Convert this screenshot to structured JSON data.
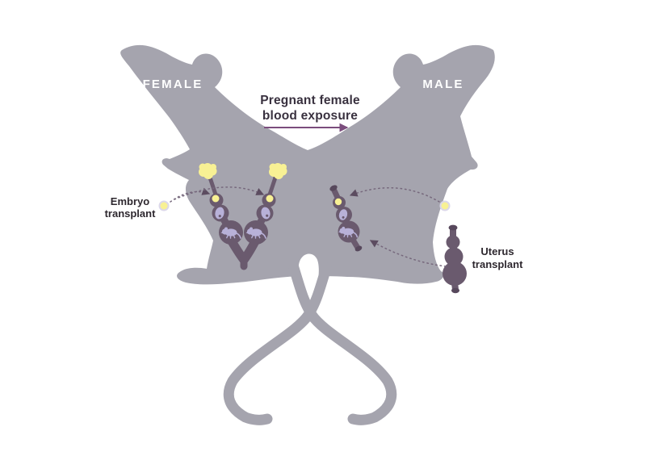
{
  "animals": {
    "left": "FEMALE",
    "right": "MALE"
  },
  "title": {
    "line1": "Pregnant female",
    "line2": "blood exposure"
  },
  "labels": {
    "embryo_transplant": {
      "line1": "Embryo",
      "line2": "transplant"
    },
    "uterus_transplant": {
      "line1": "Uterus",
      "line2": "transplant"
    }
  },
  "colors": {
    "background": "#ffffff",
    "body": "#a5a4ae",
    "uterus": "#6a5a6e",
    "uterusOpening": "#57485c",
    "fetus": "#b8b1d8",
    "yellow": "#f8f194",
    "embryoRing": "#dcd8ea",
    "arrow": "#7b4d7d",
    "arrowhead": "#5c4c60",
    "dashed": "#76687c",
    "titleText": "#39313f",
    "labelText": "#2e282f",
    "animalText": "#ffffff"
  }
}
